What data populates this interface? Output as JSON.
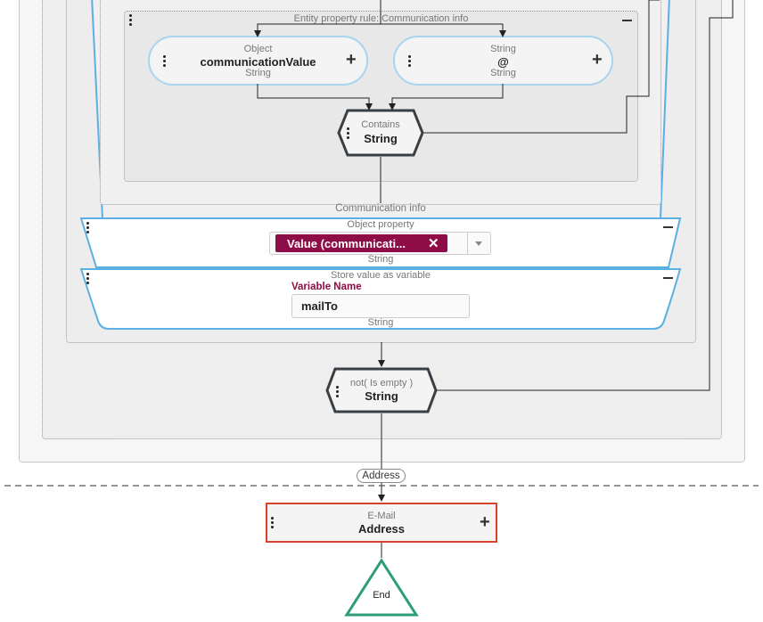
{
  "entity_rule": {
    "title": "Entity property rule: Communication info"
  },
  "nodes": {
    "object_node": {
      "type": "Object",
      "name": "communicationValue",
      "datatype": "String"
    },
    "string_node": {
      "type": "String",
      "name": "@",
      "datatype": "String"
    },
    "contains_node": {
      "type": "Contains",
      "datatype": "String"
    },
    "not_empty_node": {
      "type": "not( Is empty )",
      "datatype": "String"
    },
    "email_node": {
      "type": "E-Mail",
      "name": "Address"
    },
    "end_node": {
      "label": "End"
    }
  },
  "communication_info": {
    "title": "Communication info",
    "object_property": {
      "label": "Object property",
      "tag_value": "Value (communicati...",
      "datatype": "String"
    },
    "store_variable": {
      "label": "Store value as variable",
      "field_label": "Variable Name",
      "field_value": "mailTo",
      "datatype": "String"
    }
  },
  "edge_label": "Address",
  "colors": {
    "accent_blue": "#5ab0e0",
    "tag_bg": "#8e0d47",
    "error_red": "#d9422b",
    "end_green": "#2e9b7a",
    "hex_border": "#3a3f45"
  }
}
